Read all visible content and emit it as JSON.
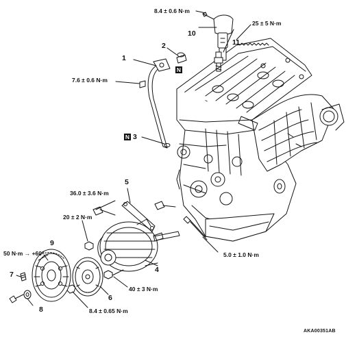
{
  "diagram": {
    "figure_code": "AKA00351AB",
    "torques": {
      "coil_bolt": "8.4 ± 0.6 N·m",
      "spark_plug": "25 ± 5 N·m",
      "pipe_bolt": "7.6 ± 0.6 N·m",
      "bracket_bolt": "36.0 ± 3.6 N·m",
      "alt_nut": "20 ± 2 N·m",
      "long_bolt": "5.0 ± 1.0 N·m",
      "pulley_bolt": "50 N·m → +60°",
      "alt_bolt": "40 ± 3 N·m",
      "bottom_bolt": "8.4 ± 0.65 N·m"
    },
    "callouts": {
      "c1": "1",
      "c2": "2",
      "c3": "3",
      "c4": "4",
      "c5": "5",
      "c6": "6",
      "c7": "7",
      "c8": "8",
      "c9": "9",
      "c10": "10",
      "c11": "11"
    },
    "markers": {
      "n": "N"
    }
  }
}
